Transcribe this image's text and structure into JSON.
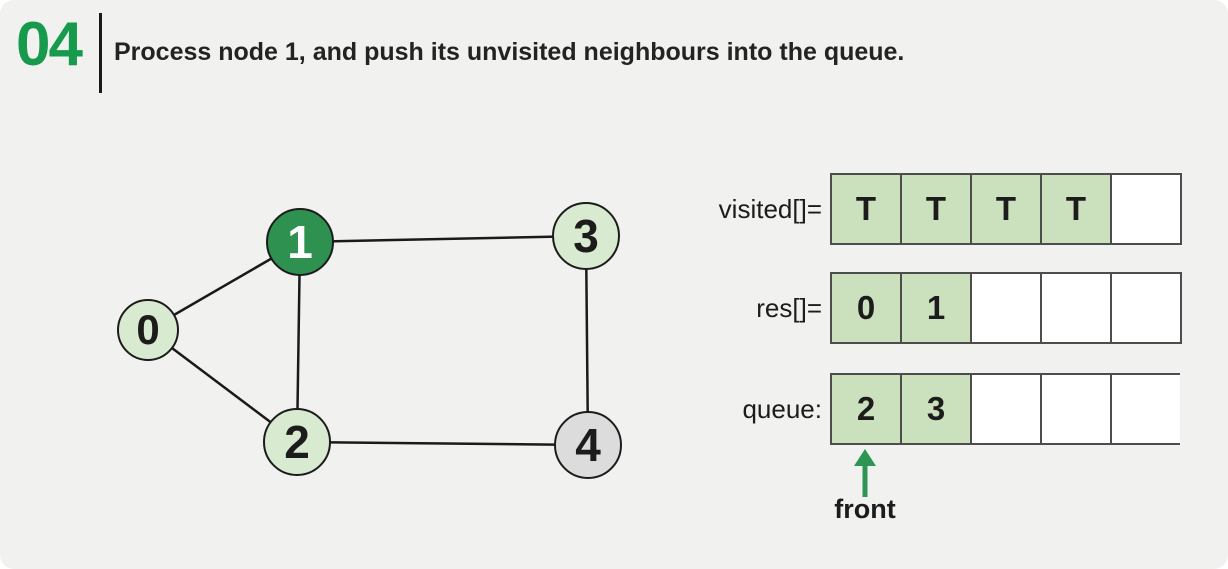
{
  "header": {
    "step_number": "04",
    "title": "Process node 1, and push its unvisited neighbours into the queue."
  },
  "graph": {
    "nodes": [
      {
        "id": "0",
        "label": "0",
        "state": "visited"
      },
      {
        "id": "1",
        "label": "1",
        "state": "current"
      },
      {
        "id": "2",
        "label": "2",
        "state": "visited"
      },
      {
        "id": "3",
        "label": "3",
        "state": "visited"
      },
      {
        "id": "4",
        "label": "4",
        "state": "unvisited"
      }
    ],
    "edges": [
      [
        "0",
        "1"
      ],
      [
        "0",
        "2"
      ],
      [
        "1",
        "2"
      ],
      [
        "1",
        "3"
      ],
      [
        "3",
        "4"
      ],
      [
        "2",
        "4"
      ]
    ]
  },
  "arrays": {
    "visited": {
      "label": "visited[]=",
      "cells": [
        "T",
        "T",
        "T",
        "T",
        ""
      ]
    },
    "res": {
      "label": "res[]=",
      "cells": [
        "0",
        "1",
        "",
        "",
        ""
      ]
    },
    "queue": {
      "label": "queue:",
      "cells": [
        "2",
        "3",
        "",
        "",
        ""
      ]
    },
    "front_label": "front"
  },
  "colors": {
    "background": "#f1f1f0",
    "accent_green": "#179a4c",
    "node_current_fill": "#2e9150",
    "node_visited_fill": "#d8ead0",
    "node_unvisited_fill": "#dcdcdc",
    "cell_filled_fill": "#cbe1bd",
    "cell_border": "#4d4d4d",
    "arrow_green": "#2f9552",
    "text_dark": "#1c1c1c"
  }
}
